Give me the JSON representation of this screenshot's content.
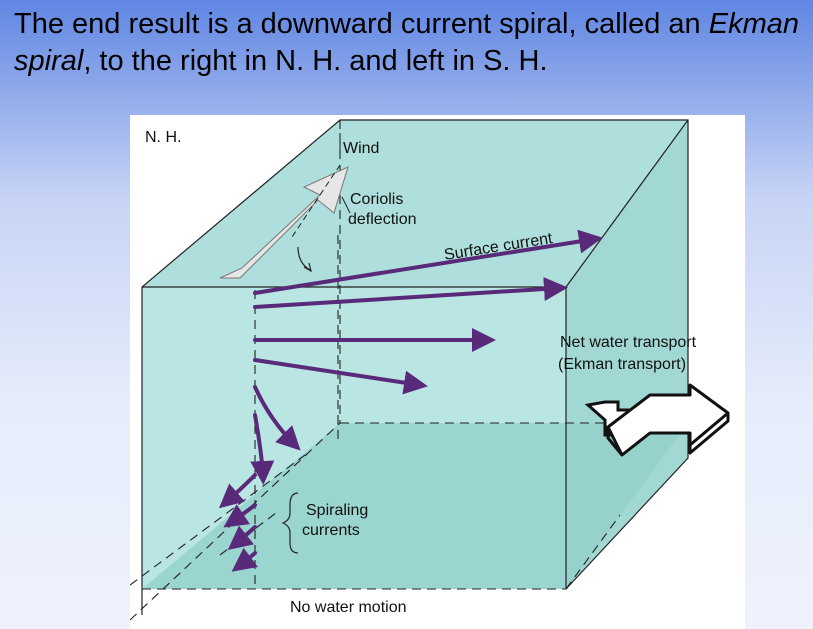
{
  "title": {
    "part1": "The end result is a downward current spiral, called an ",
    "emphasis": "Ekman spiral",
    "part2": ", to the right in N. H. and left in S. H."
  },
  "diagram": {
    "hemisphere_label": "N. H.",
    "wind_label": "Wind",
    "coriolis_label_line1": "Coriolis",
    "coriolis_label_line2": "deflection",
    "surface_current_label": "Surface current",
    "net_transport_line1": "Net water transport",
    "net_transport_line2": "(Ekman transport)",
    "spiraling_line1": "Spiraling",
    "spiraling_line2": "currents",
    "no_motion_label": "No water motion",
    "colors": {
      "water_front": "#b6e3e0",
      "water_top": "#a9dcd8",
      "water_side": "#9fd6d2",
      "water_floor": "#8fcdc8",
      "arrow": "#5a2a7a",
      "outline": "#222222"
    }
  }
}
